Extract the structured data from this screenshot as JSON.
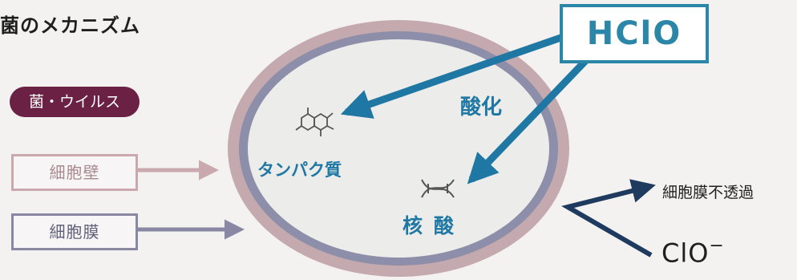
{
  "title": "菌のメカニズム",
  "badge": "菌・ウイルス",
  "labels": {
    "cell_wall": "細胞壁",
    "cell_membrane": "細胞膜"
  },
  "hclo": "HClO",
  "oxidation": "酸化",
  "protein": "タンパク質",
  "nucleic_acid": "核酸",
  "impermeable": "細胞膜不透過",
  "clo_ion": {
    "base": "ClO",
    "charge": "−"
  },
  "colors": {
    "badge": "#6b2143",
    "hclo_blue": "#2b86a8",
    "arrow_blue": "#1f78a3",
    "navy": "#1f3a5f",
    "cell_wall": "#c9a9ae",
    "cell_membrane": "#8888a4"
  },
  "icons": [
    "protein-molecule-icon",
    "dna-strand-icon"
  ]
}
